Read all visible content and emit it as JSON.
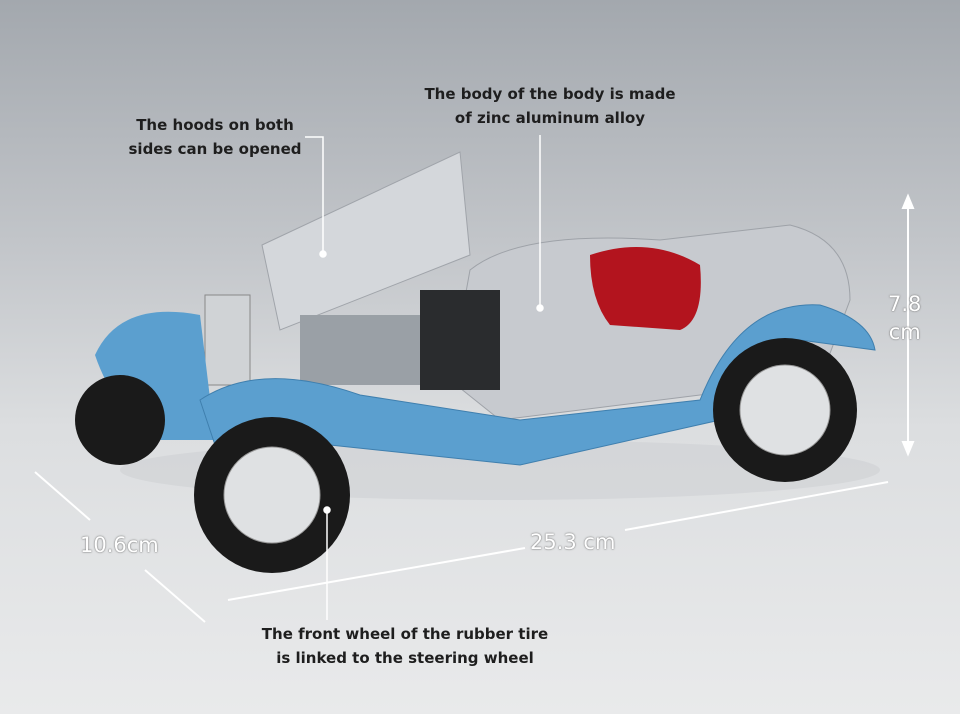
{
  "annotations": {
    "hoods": [
      "The hoods on both",
      "sides can be opened"
    ],
    "body": [
      "The body of the body is made",
      "of zinc aluminum alloy"
    ],
    "wheel": [
      "The front wheel of the rubber tire",
      "is linked to the steering wheel"
    ]
  },
  "dimensions": {
    "height_value": "7.8",
    "height_unit": "cm",
    "width": "10.6cm",
    "length": "25.3 cm"
  },
  "colors": {
    "body_blue": "#5b9fcf",
    "silver": "#c8cbd0",
    "seat_red": "#b3141e",
    "tire": "#1a1a1a"
  }
}
